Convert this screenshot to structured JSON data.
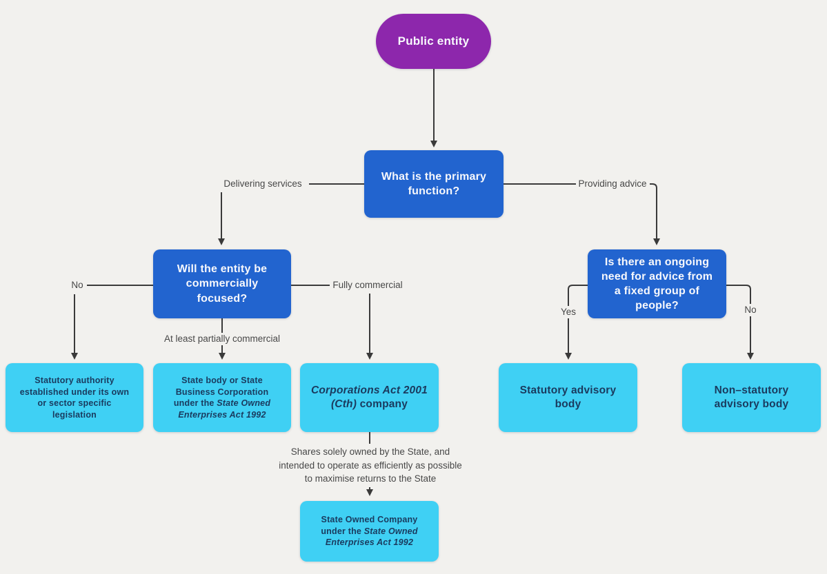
{
  "colors": {
    "background": "#f2f1ee",
    "purple": "#8d27ac",
    "blue": "#2264cf",
    "cyan": "#3fd0f4",
    "navy_text": "#1a3a5e",
    "line": "#3a3a3a",
    "label_text": "#474747",
    "node_text_light": "#f7f8fc"
  },
  "diagram": {
    "nodes": {
      "public_entity": {
        "label": "Public entity"
      },
      "primary_function": {
        "label": "What is the primary function?"
      },
      "commercially_focused": {
        "label": "Will the entity be commercially focused?"
      },
      "ongoing_need": {
        "label": "Is there an ongoing need for advice from a fixed group of people?"
      },
      "statutory_authority": {
        "segments": [
          {
            "text": "Statutory authority established under its own or sector specific legislation",
            "italic": false
          }
        ]
      },
      "state_body": {
        "segments": [
          {
            "text": "State body or State Business Corporation under the ",
            "italic": false
          },
          {
            "text": "State Owned Enterprises Act 1992",
            "italic": true
          }
        ]
      },
      "corporations_act_company": {
        "segments": [
          {
            "text": "Corporations Act 2001 (Cth)",
            "italic": true
          },
          {
            "text": " company",
            "italic": false
          }
        ]
      },
      "statutory_advisory_body": {
        "label": "Statutory advisory body"
      },
      "non_statutory_advisory_body": {
        "label": "Non–statutory advisory body"
      },
      "state_owned_company": {
        "segments": [
          {
            "text": "State Owned Company under the ",
            "italic": false
          },
          {
            "text": "State Owned Enterprises Act 1992",
            "italic": true
          }
        ]
      }
    },
    "edge_labels": {
      "delivering_services": "Delivering services",
      "providing_advice": "Providing advice",
      "no_left": "No",
      "fully_commercial": "Fully commercial",
      "at_least_partially_commercial": "At least partially commercial",
      "yes": "Yes",
      "no_right": "No",
      "shares_note": "Shares solely owned by the State, and\nintended to operate as efficiently as possible\nto maximise returns to the State"
    }
  }
}
